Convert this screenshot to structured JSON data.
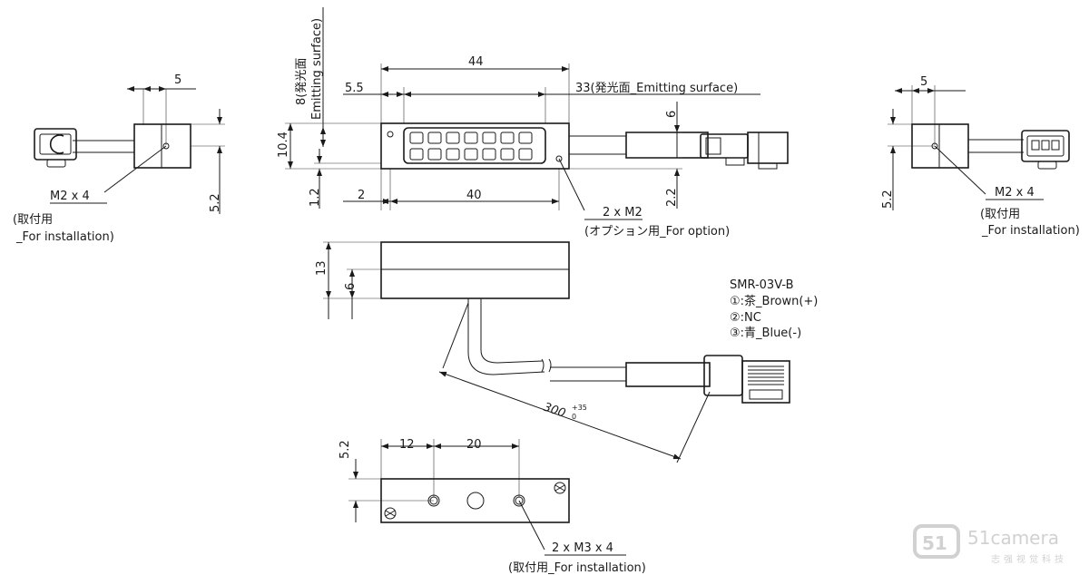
{
  "dims": {
    "side_left_5": "5",
    "top_44": "44",
    "top_5_5": "5.5",
    "top_33": "33(発光面_Emitting surface)",
    "vert_8": "8(発光面",
    "vert_emitting": "Emitting surface)",
    "left_10_4": "10.4",
    "left_1_2": "1.2",
    "right_6": "6",
    "right_2_2": "2.2",
    "bottom_2": "2",
    "bottom_40": "40",
    "side_left_5_2": "5.2",
    "side_right_5": "5",
    "side_right_5_2": "5.2",
    "front_13": "13",
    "front_6": "6",
    "cable_300": "300",
    "tol_plus": "+35",
    "tol_zero": "0",
    "bot_5_2": "5.2",
    "bot_12": "12",
    "bot_20": "20"
  },
  "notes": {
    "left_screw": "M2 x 4",
    "left_install_1": "(取付用",
    "left_install_2": "_For installation)",
    "option_1": "2 x M2",
    "option_2": "(オプション用_For option)",
    "right_screw": "M2 x 4",
    "right_install_1": "(取付用",
    "right_install_2": "_For installation)",
    "bottom_screw": "2 x M3 x 4",
    "bottom_install": "(取付用_For installation)"
  },
  "connector": {
    "model": "SMR-03V-B",
    "pin1": "①:茶_Brown(+)",
    "pin2": "②:NC",
    "pin3": "③:青_Blue(-)"
  },
  "logo": {
    "brand": "51camera",
    "tagline": "志强视觉科技"
  }
}
